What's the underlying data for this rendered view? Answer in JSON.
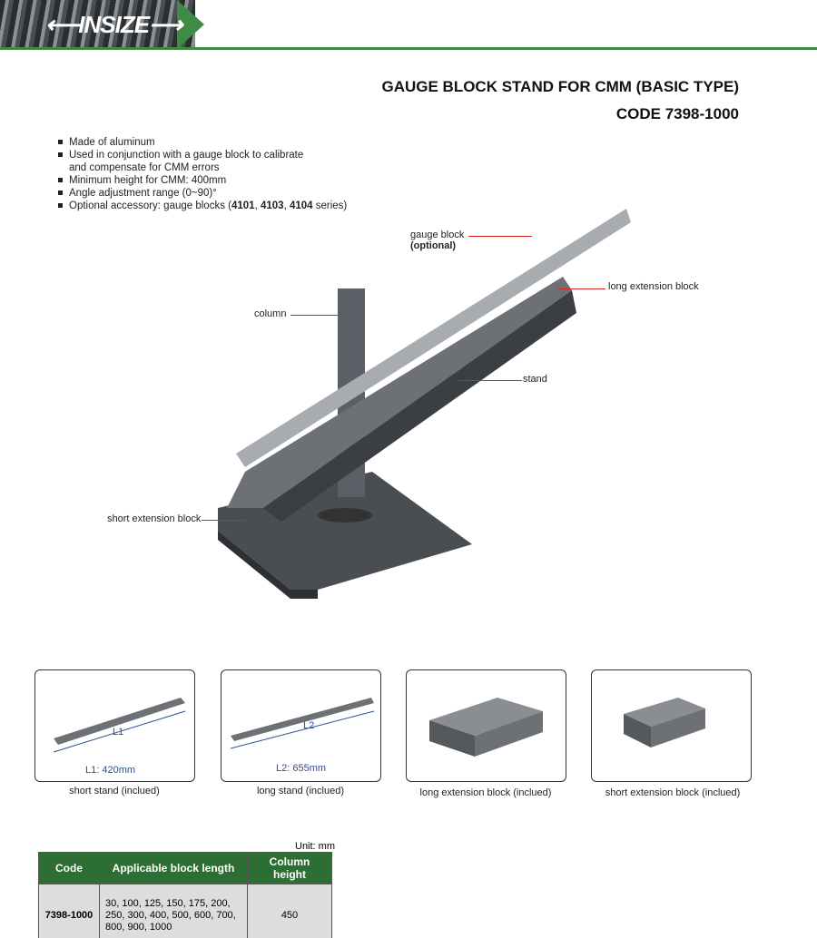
{
  "brand": "INSIZE",
  "title": "GAUGE BLOCK STAND FOR CMM (BASIC TYPE)",
  "code": "CODE 7398-1000",
  "features": [
    "Made of aluminum",
    "Used in conjunction with a gauge block to calibrate and compensate for CMM errors",
    "Minimum height for CMM: 400mm",
    "Angle adjustment range (0~90)°"
  ],
  "accessory": {
    "prefix": "Optional accessory: gauge blocks (",
    "b1": "4101",
    "s1": ", ",
    "b2": "4103",
    "s2": ", ",
    "b3": "4104",
    "suffix": " series)"
  },
  "callouts": {
    "gauge_block": "gauge block",
    "optional": "(optional)",
    "long_ext": "long extension block",
    "column": "column",
    "stand": "stand",
    "short_ext": "short extension block"
  },
  "cards": [
    {
      "dim_label": "L1",
      "dim": "L1: 420mm",
      "caption": "short stand (inclued)"
    },
    {
      "dim_label": "L2",
      "dim": "L2: 655mm",
      "caption": "long stand (inclued)"
    },
    {
      "caption": "long extension block (inclued)"
    },
    {
      "caption": "short extension block (inclued)"
    }
  ],
  "table": {
    "unit": "Unit: mm",
    "headers": [
      "Code",
      "Applicable block length",
      "Column height"
    ],
    "rows": [
      {
        "code": "7398-1000",
        "lengths": "30, 100, 125, 150, 175, 200, 250, 300, 400, 500, 600, 700, 800, 900, 1000",
        "height": "450"
      }
    ]
  },
  "colors": {
    "green": "#3f8a45",
    "header": "#2d6e34"
  }
}
